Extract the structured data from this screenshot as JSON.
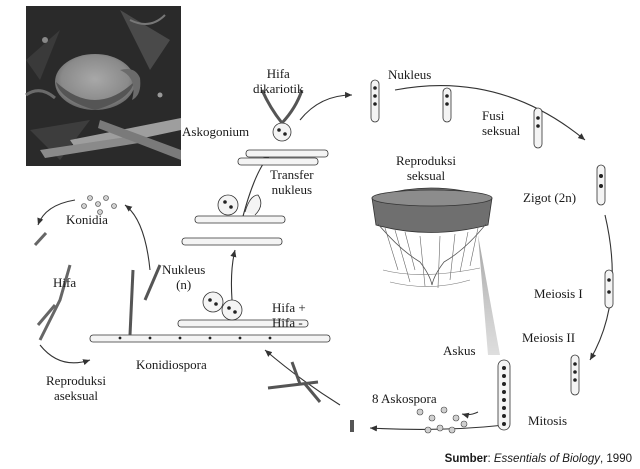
{
  "labels": {
    "hifa_dikariotik_1": "Hifa",
    "hifa_dikariotik_2": "dikariotik",
    "askogonium": "Askogonium",
    "nukleus_top": "Nukleus",
    "fusi_1": "Fusi",
    "fusi_2": "seksual",
    "reproduksi_seksual_1": "Reproduksi",
    "reproduksi_seksual_2": "seksual",
    "transfer_1": "Transfer",
    "transfer_2": "nukleus",
    "zigot": "Zigot (2n)",
    "konidia": "Konidia",
    "hifa_left": "Hifa",
    "nukleus_n_1": "Nukleus",
    "nukleus_n_2": "(n)",
    "hifa_plus_1": "Hifa +",
    "hifa_plus_2": "Hifa -",
    "meiosis1": "Meiosis I",
    "meiosis2": "Meiosis II",
    "konidiospora": "Konidiospora",
    "askus": "Askus",
    "reproduksi_aseksual_1": "Reproduksi",
    "reproduksi_aseksual_2": "aseksual",
    "aksospora": "8 Askospora",
    "mitosis": "Mitosis"
  },
  "source": {
    "label": "Sumber",
    "separator": ":",
    "title": "Essentials of Biology",
    "year": ", 1990"
  }
}
